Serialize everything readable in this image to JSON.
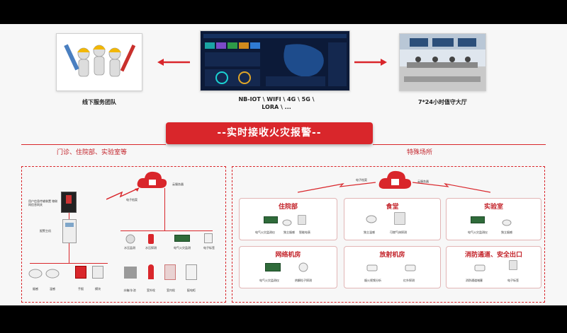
{
  "top": {
    "left_caption": "线下服务团队",
    "center_caption": "NB-IOT \\ WIFI \\ 4G \\ 5G \\ LORA \\ ...",
    "right_caption": "7*24小时值守大厅"
  },
  "banner": "--实时接收火灾报警--",
  "left_section": {
    "title": "门诊、住院部、实验室等",
    "cloud_label": "云服务器",
    "archive_label": "电子档案",
    "panel_label": "用户信息传输装置 物联网信息网关",
    "host_label": "报警主机",
    "bottom_devices": [
      "烟感",
      "温感",
      "手报",
      "模块"
    ],
    "mid_devices": [
      "水压监测",
      "水压探测",
      "电气火灾监测",
      "电子标签"
    ],
    "low_devices": [
      "水箱/水池",
      "室外栓",
      "室内栓",
      "配电柜"
    ]
  },
  "right_section": {
    "title": "特殊场所",
    "archive_label": "电子档案",
    "cloud_label": "云服务器",
    "cards": [
      {
        "title": "住院部",
        "items": [
          "电气火灾监测仪",
          "独立烟感",
          "智能电表"
        ]
      },
      {
        "title": "食堂",
        "items": [
          "独立温感",
          "可燃气体探测"
        ]
      },
      {
        "title": "实验室",
        "items": [
          "电气火灾监测仪",
          "独立烟感"
        ]
      },
      {
        "title": "网络机房",
        "items": [
          "电气火灾监测仪",
          "热解粒子探测"
        ]
      },
      {
        "title": "放射机房",
        "items": [
          "烟火视频分析",
          "红外探测"
        ]
      },
      {
        "title": "消防通道、安全出口",
        "items": [
          "消防通道堵塞",
          "电子标签"
        ]
      }
    ]
  },
  "colors": {
    "accent": "#d9262b",
    "accent_text": "#c22027"
  }
}
